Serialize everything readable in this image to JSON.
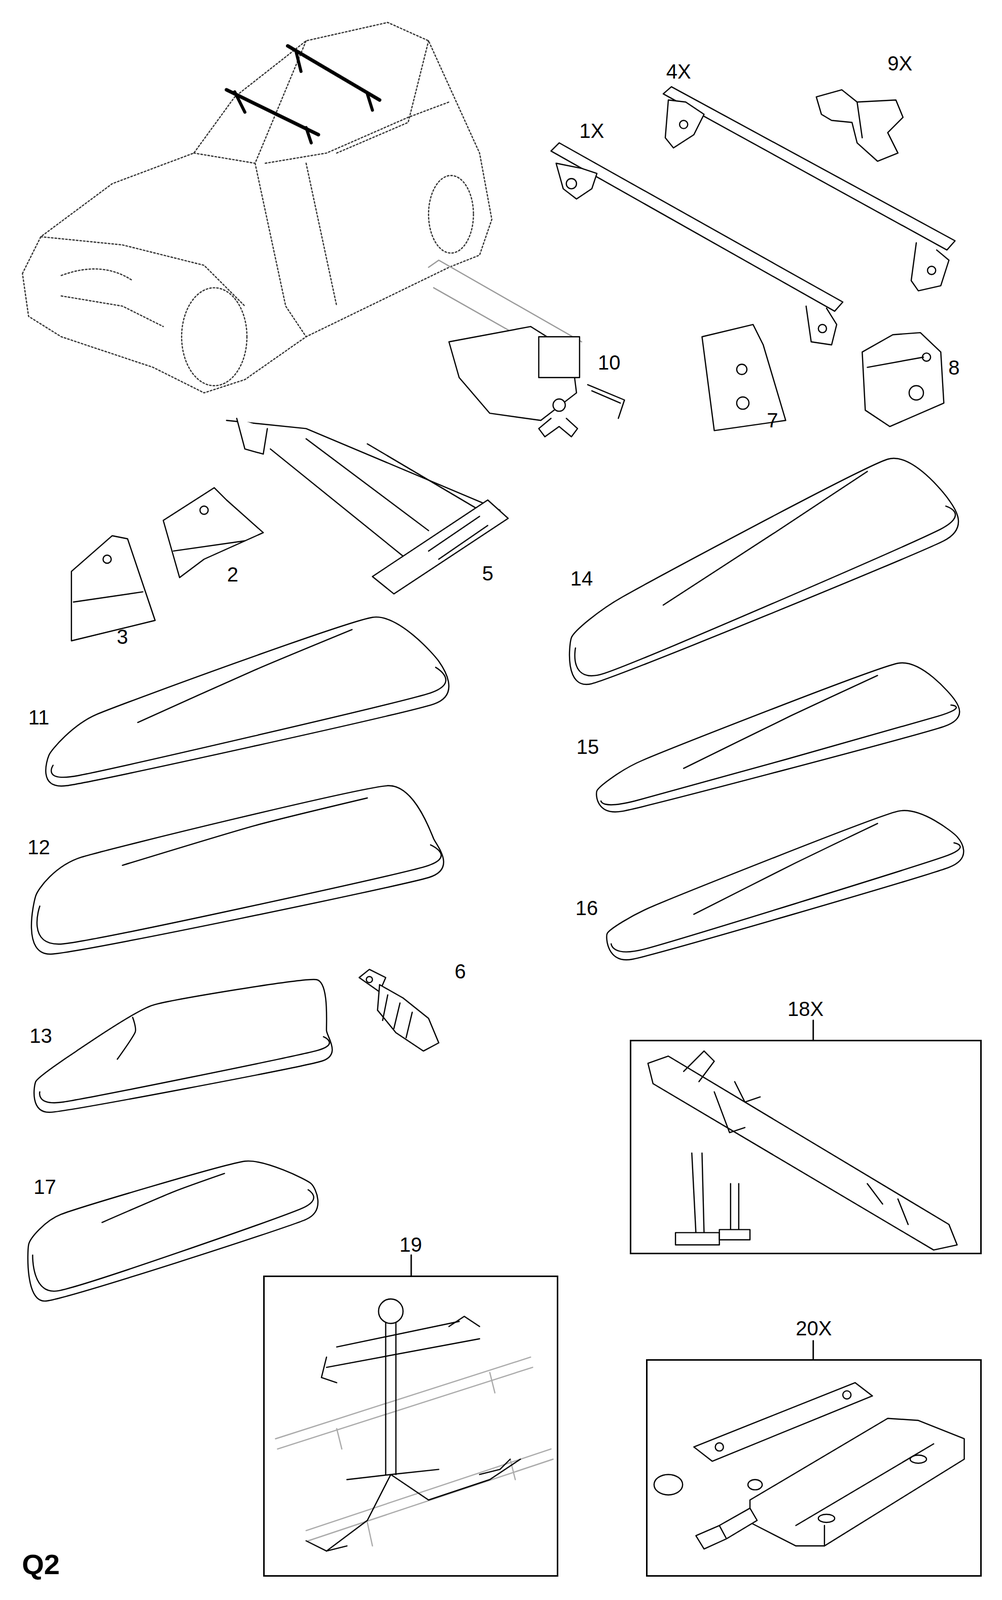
{
  "diagram": {
    "nodes": [
      {
        "text": [
          "18X"
        ]
      },
      {
        "text": [
          "19"
        ]
      },
      {
        "text": [
          "20X"
        ]
      }
    ],
    "labels": [
      "4X",
      "9X",
      "1X",
      "10",
      "8",
      "7",
      "2",
      "5",
      "3",
      "14",
      "11",
      "15",
      "12",
      "16",
      "6",
      "13",
      "17",
      "Q2"
    ]
  }
}
